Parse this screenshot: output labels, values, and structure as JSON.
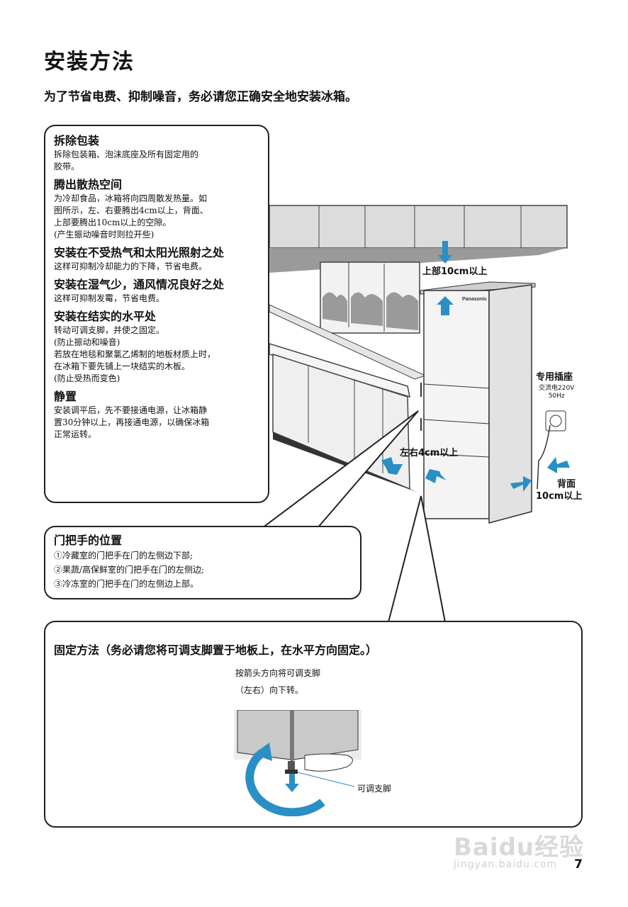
{
  "page": {
    "title": "安装方法",
    "subtitle": "为了节省电费、抑制噪音，务必请您正确安全地安装冰箱。",
    "page_number": "7"
  },
  "tips": [
    {
      "title": "拆除包装",
      "body": "拆除包装箱、泡沫底座及所有固定用的\n胶带。"
    },
    {
      "title": "腾出散热空间",
      "body": "为冷却食品，冰箱将向四周散发热量。如\n图所示，左、右要腾出4cm以上，背面、\n上部要腾出10cm以上的空隙。\n(产生振动噪音时则拉开些)"
    },
    {
      "title": "安装在不受热气和太阳光照射之处",
      "body": "这样可抑制冷却能力的下降，节省电费。"
    },
    {
      "title": "安装在湿气少，通风情况良好之处",
      "body": "这样可抑制发霉，节省电费。"
    },
    {
      "title": "安装在结实的水平处",
      "body": "转动可调支脚，并使之固定。\n(防止振动和噪音)\n若放在地毯和聚氯乙烯制的地板材质上时，\n在冰箱下要先铺上一块结实的木板。\n(防止受热而变色)"
    },
    {
      "title": "静置",
      "body": "安装调平后，先不要接通电源，让冰箱静\n置30分钟以上，再接通电源，以确保冰箱\n正常运转。"
    }
  ],
  "handle": {
    "title": "门把手的位置",
    "lines": [
      "①冷藏室的门把手在门的左侧边下部;",
      "②果蔬/高保鲜室的门把手在门的左侧边;",
      "③冷冻室的门把手在门的左侧边上部。"
    ]
  },
  "fixing": {
    "title": "固定方法（务必请您将可调支脚置于地板上，在水平方向固定。）",
    "caption": "按箭头方向将可调支脚\n（左右）向下转。",
    "foot_label": "可调支脚"
  },
  "illustration": {
    "top_label": "上部10cm以上",
    "side_label": "左右4cm以上",
    "socket_label": "专用插座",
    "socket_note": "交流电220V\n50Hz",
    "back_label_1": "背面",
    "back_label_2": "10cm以上",
    "brand": "Panasonic"
  },
  "watermark": {
    "logo": "Baidu经验",
    "url": "jingyan.baidu.com"
  },
  "colors": {
    "arrow": "#2a8fc4",
    "cabinet_gray": "#d6d6d6",
    "shadow_gray": "#9a9a9a"
  }
}
